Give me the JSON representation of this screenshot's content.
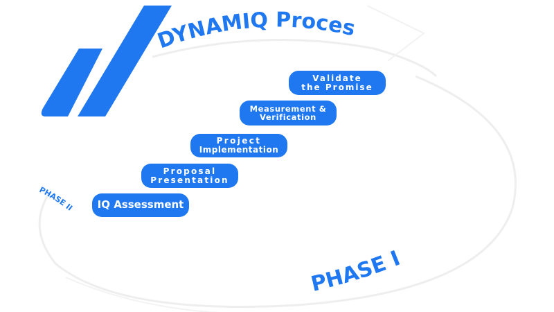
{
  "title": "DYNAMIQ Process",
  "phases": {
    "phase_1": "PHASE I",
    "phase_2": "PHASE II"
  },
  "steps": [
    {
      "lines": [
        "IQ Assessment"
      ]
    },
    {
      "lines": [
        "Proposal",
        "Presentation"
      ]
    },
    {
      "lines": [
        "Project",
        "Implementation"
      ]
    },
    {
      "lines": [
        "Measurement &",
        "Verification"
      ]
    },
    {
      "lines": [
        "Validate",
        "the Promise"
      ]
    }
  ],
  "colors": {
    "accent": "#1f78f0",
    "text_on_accent": "#ffffff",
    "swoosh": "#eeeeee"
  },
  "icons": {
    "logo": "double-slash-logo",
    "cycle": "circular-arrow-swoosh"
  }
}
